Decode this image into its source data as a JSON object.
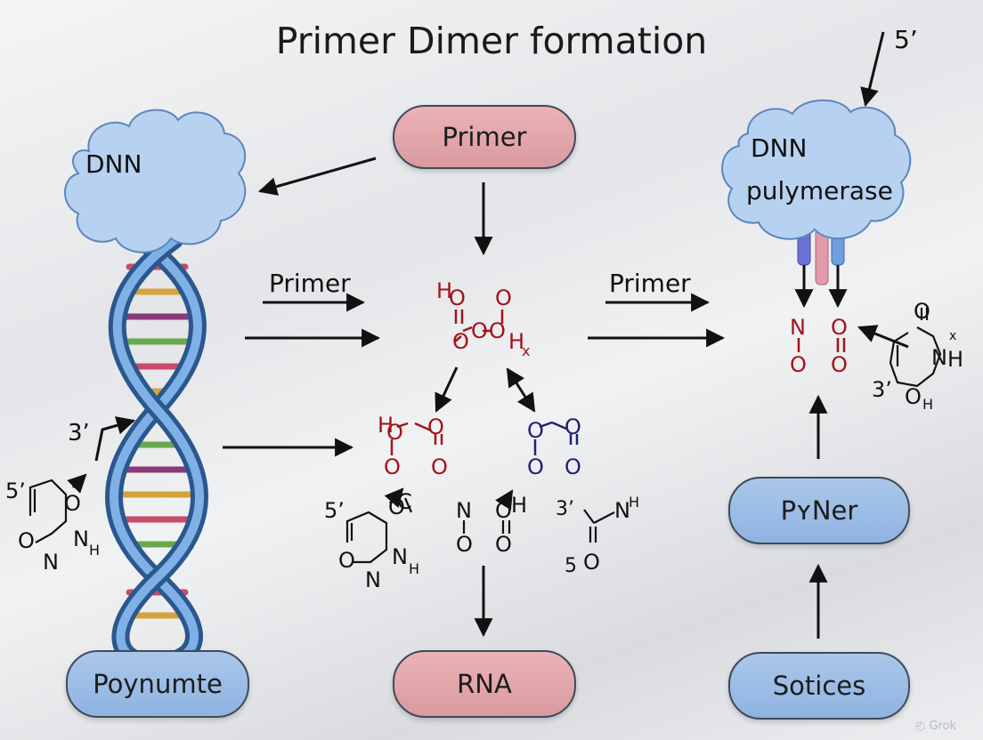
{
  "title": "Primer Dimer formation",
  "boxes": {
    "primer_top": "Primer",
    "bottom_left": "Poynumte",
    "bottom_center": "RNA",
    "middle_right": "PʏNer",
    "bottom_right": "Sotices"
  },
  "clouds": {
    "left": "DNN",
    "right_line1": "DNN",
    "right_line2": "pulymerase"
  },
  "arrow_labels": {
    "left": "Primer",
    "right": "Primer"
  },
  "strand_labels": {
    "top_right_5": "5’",
    "left_3": "3’",
    "left_5": "5’",
    "center_5": "5’",
    "right_3": "3’",
    "center_3": "3’",
    "center_5b": "5"
  },
  "watermark": "Grok",
  "colors": {
    "pink_box": "#e2a9ae",
    "blue_box": "#9dbde6",
    "cloud": "#b7d2f0",
    "molecule_red": "#a3131b",
    "molecule_navy": "#1d2470"
  }
}
